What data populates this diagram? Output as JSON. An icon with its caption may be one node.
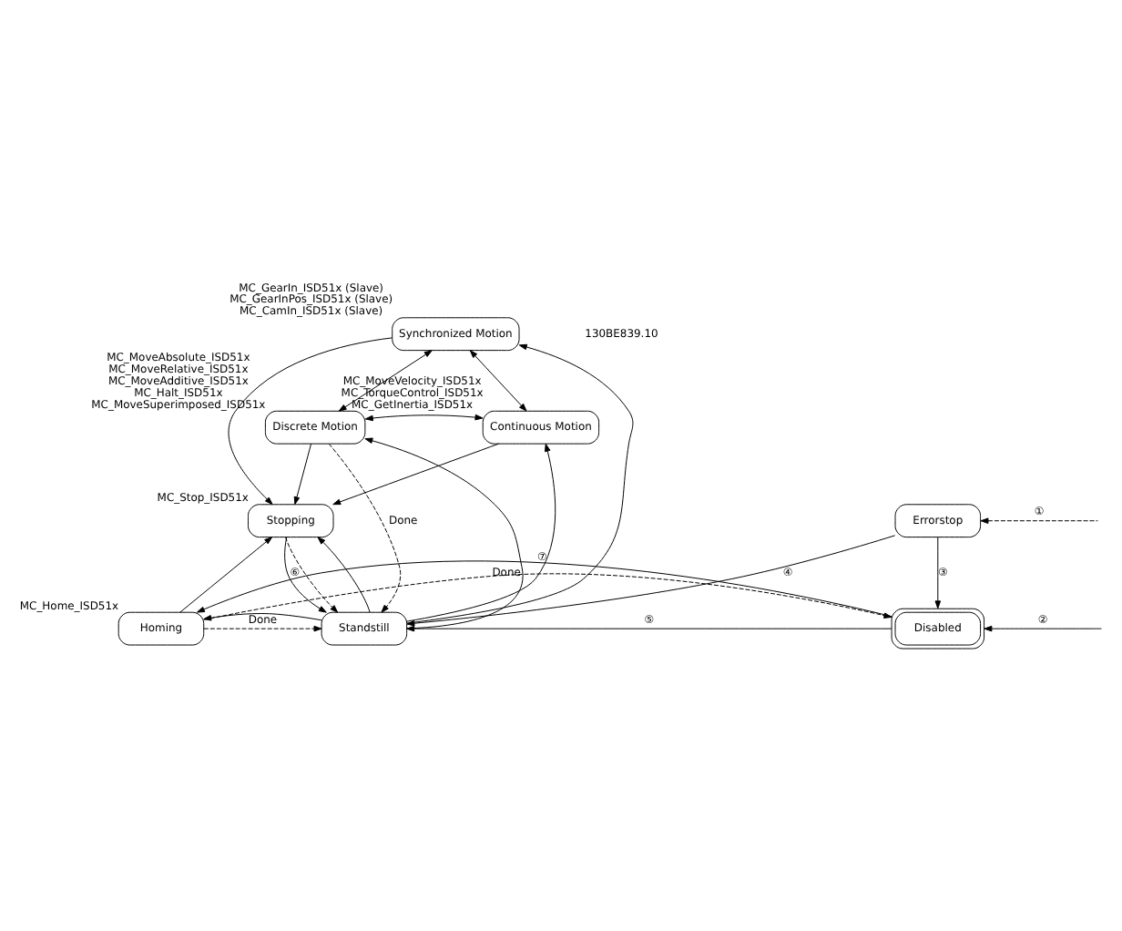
{
  "diagram": {
    "nodes": [
      {
        "text": [
          "Synchronized Motion"
        ],
        "beside": [
          "MC_GearIn_ISD51x (Slave)",
          "MC_GearInPos_ISD51x (Slave)",
          "MC_CamIn_ISD51x (Slave)"
        ]
      },
      {
        "text": [
          "Discrete Motion"
        ],
        "beside": [
          "MC_MoveAbsolute_ISD51x",
          "MC_MoveRelative_ISD51x",
          "MC_MoveAdditive_ISD51x",
          "MC_Halt_ISD51x",
          "MC_MoveSuperimposed_ISD51x"
        ]
      },
      {
        "text": [
          "Continuous Motion"
        ],
        "beside": [
          "MC_MoveVelocity_ISD51x",
          "MC_TorqueControl_ISD51x",
          "MC_GetInertia_ISD51x"
        ]
      },
      {
        "text": [
          "Stopping"
        ],
        "beside": [
          "MC_Stop_ISD51x"
        ]
      },
      {
        "text": [
          "Errorstop"
        ]
      },
      {
        "text": [
          "Homing"
        ],
        "beside": [
          "MC_Home_ISD51x"
        ]
      },
      {
        "text": [
          "Standstill"
        ]
      },
      {
        "text": [
          "Disabled"
        ]
      }
    ],
    "edges": [
      {
        "from": 0,
        "to": 1,
        "arrow": "both"
      },
      {
        "from": 0,
        "to": 2,
        "arrow": "both"
      },
      {
        "from": 1,
        "to": 2,
        "arrow": "both"
      },
      {
        "from": 0,
        "to": 3,
        "arrow": "to"
      },
      {
        "from": 1,
        "to": 3,
        "arrow": "to"
      },
      {
        "from": 2,
        "to": 3,
        "arrow": "to"
      },
      {
        "from": 6,
        "to": 1,
        "arrow": "to"
      },
      {
        "from": 1,
        "to": 6,
        "arrow": "to",
        "label": "Done",
        "style": "dashed"
      },
      {
        "from": 6,
        "to": 0,
        "arrow": "to"
      },
      {
        "from": 6,
        "to": 2,
        "arrow": "to"
      },
      {
        "from": 5,
        "to": 3,
        "arrow": "to"
      },
      {
        "from": 6,
        "to": 3,
        "arrow": "to"
      },
      {
        "from": 3,
        "to": 6,
        "arrow": "to",
        "label": "⑥"
      },
      {
        "from": 3,
        "to": 6,
        "arrow": "to",
        "style": "dashed"
      },
      {
        "from": 4,
        "to": 6,
        "arrow": "to",
        "label": "④"
      },
      {
        "from": 4,
        "to": 7,
        "arrow": "to",
        "label": "③"
      },
      {
        "from": 7,
        "to": 6,
        "arrow": "to",
        "label": "⑤"
      },
      {
        "from": null,
        "to": 4,
        "arrow": "to",
        "label": "①",
        "style": "dashed"
      },
      {
        "from": null,
        "to": 7,
        "arrow": "to",
        "label": "②"
      },
      {
        "from": 5,
        "to": 6,
        "arrow": "to",
        "label": "Done",
        "style": "dashed"
      },
      {
        "from": 6,
        "to": 5,
        "arrow": "to"
      },
      {
        "from": 5,
        "to": 7,
        "arrow": "to",
        "label": "Done",
        "style": "dashed"
      },
      {
        "from": 7,
        "to": 5,
        "arrow": "to",
        "label": "⑦"
      }
    ],
    "labels": [
      "130BE839.10"
    ]
  }
}
